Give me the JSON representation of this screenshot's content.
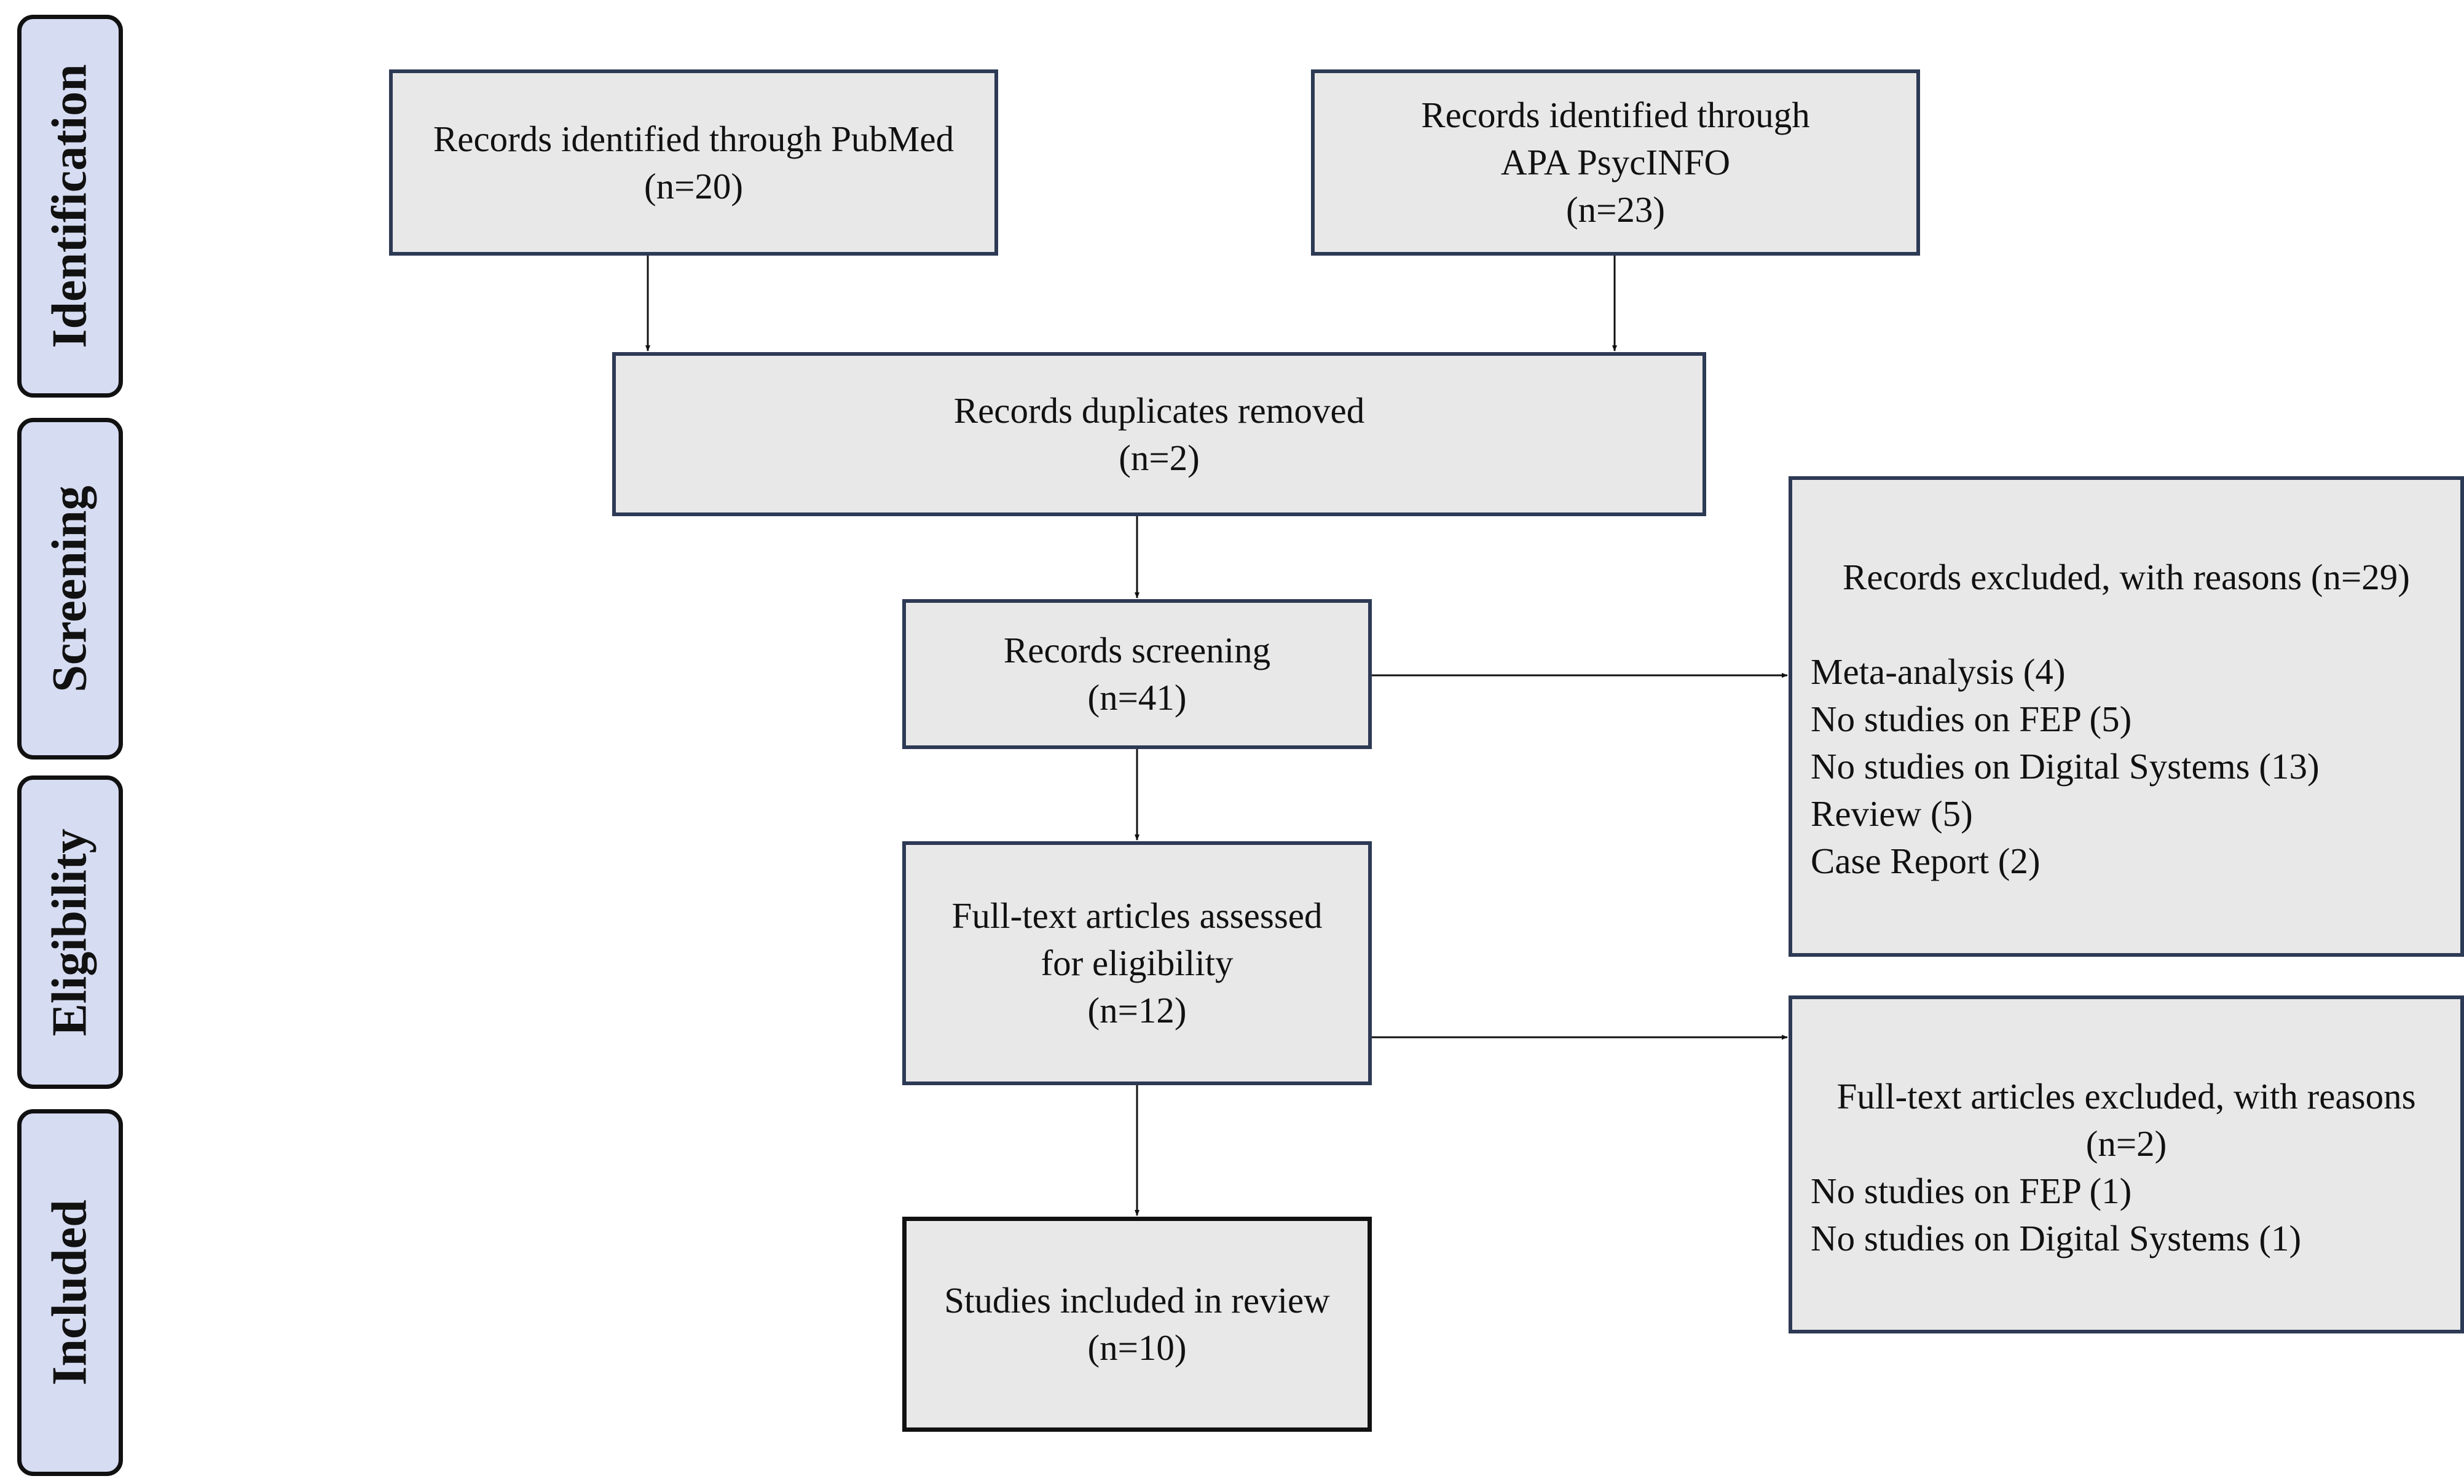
{
  "phases": {
    "identification": "Identification",
    "screening": "Screening",
    "eligibility": "Eligibility",
    "included": "Included"
  },
  "boxes": {
    "pubmed": {
      "line1": "Records identified through PubMed",
      "line2": "(n=20)"
    },
    "psycinfo": {
      "line1": "Records identified through",
      "line2": "APA PsycINFO",
      "line3": "(n=23)"
    },
    "duplicates": {
      "line1": "Records duplicates removed",
      "line2": "(n=2)"
    },
    "screening": {
      "line1": "Records screening",
      "line2": "(n=41)"
    },
    "fulltext": {
      "line1": "Full-text articles assessed",
      "line2": "for eligibility",
      "line3": "(n=12)"
    },
    "included": {
      "line1": "Studies included in review",
      "line2": "(n=10)"
    }
  },
  "excluded_records": {
    "heading": "Records excluded, with reasons (n=29)",
    "items": [
      "Meta-analysis (4)",
      "No studies on FEP (5)",
      "No studies on Digital Systems (13)",
      "Review (5)",
      "Case Report (2)"
    ]
  },
  "excluded_fulltext": {
    "heading1": "Full-text articles excluded, with reasons",
    "heading2": "(n=2)",
    "items": [
      "No studies on FEP (1)",
      "No studies on Digital Systems (1)"
    ]
  },
  "colors": {
    "box_fill": "#e8e8e8",
    "box_border": "#2d3a55",
    "phase_fill": "#d6dcf2",
    "arrow": "#111111"
  }
}
